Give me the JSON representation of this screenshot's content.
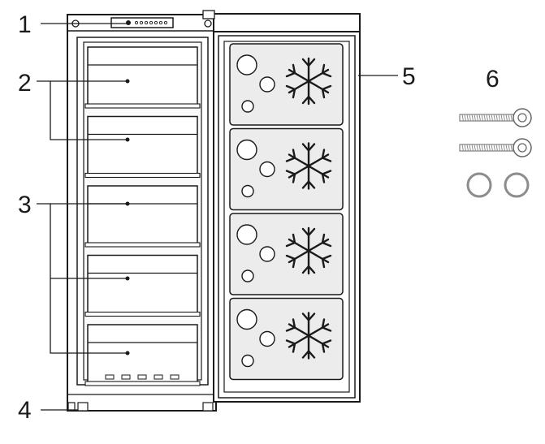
{
  "callouts": {
    "c1": "1",
    "c2": "2",
    "c3": "3",
    "c4": "4",
    "c5": "5",
    "c6": "6"
  },
  "colors": {
    "line": "#1a1a1a",
    "inner": "#ececec",
    "screw": "#8c8c8c"
  },
  "counts": {
    "drawers": 5,
    "door_compartments": 4,
    "screws": 2,
    "washers": 2
  }
}
